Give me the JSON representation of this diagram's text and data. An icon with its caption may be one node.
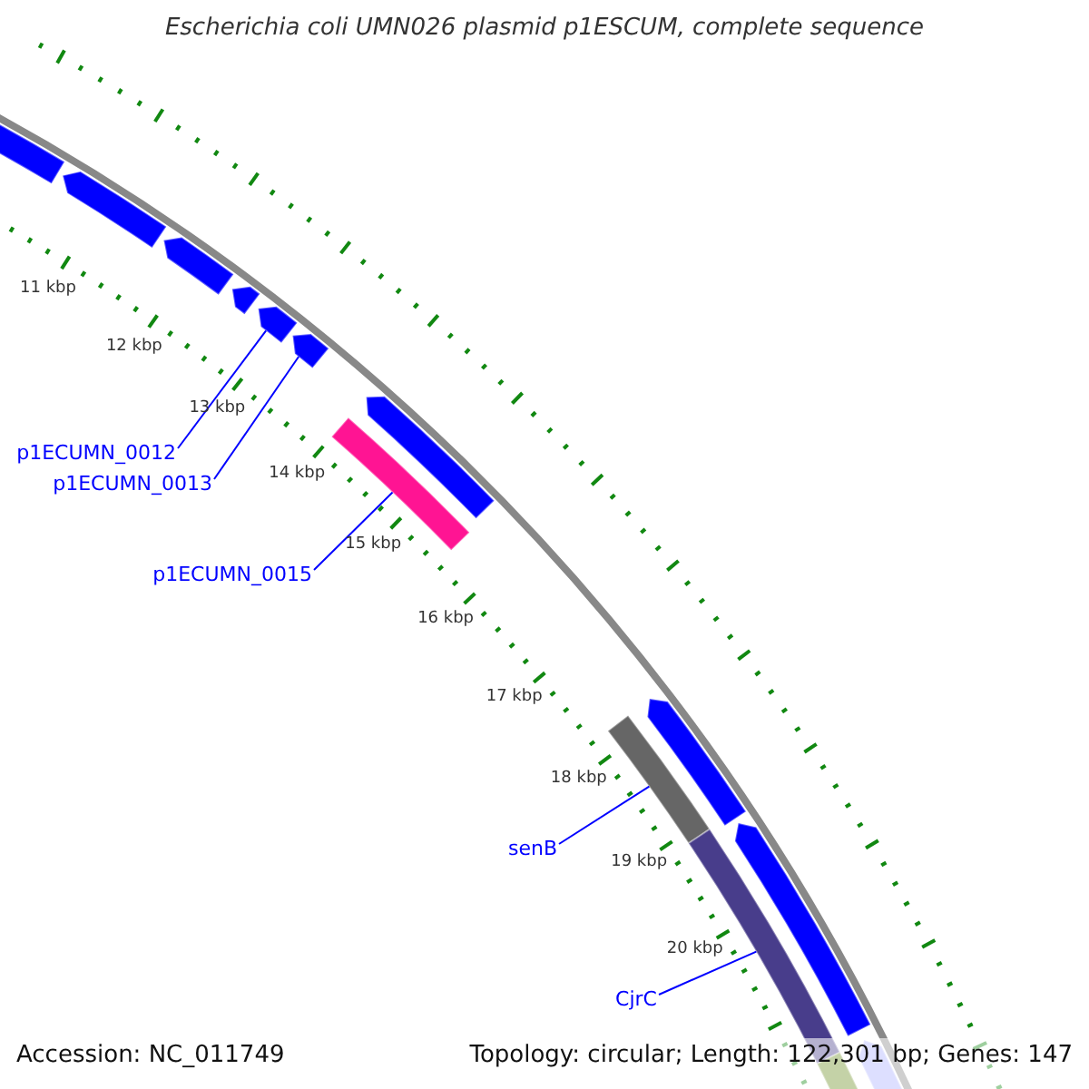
{
  "diagram": {
    "title": "Escherichia coli UMN026 plasmid p1ESCUM, complete sequence",
    "nodes": [
      {
        "text": [
          "p1ECUMN_0012"
        ]
      },
      {
        "text": [],
        "shape": "bar"
      },
      {
        "text": [
          "p1ECUMN_0013"
        ]
      },
      {
        "text": [],
        "shape": "bar"
      },
      {
        "text": [
          "p1ECUMN_0015"
        ]
      },
      {
        "text": [],
        "shape": "bar"
      },
      {
        "text": [
          "senB"
        ]
      },
      {
        "text": [],
        "shape": "bar"
      },
      {
        "text": [
          "CjrC"
        ]
      },
      {
        "text": [],
        "shape": "bar"
      },
      {
        "text": [],
        "shape": "bar"
      },
      {
        "text": [],
        "shape": "bar"
      },
      {
        "text": [],
        "shape": "bar"
      },
      {
        "text": [],
        "shape": "bar"
      },
      {
        "text": [],
        "shape": "bar"
      },
      {
        "text": [],
        "shape": "bar"
      },
      {
        "text": [],
        "shape": "bar"
      },
      {
        "text": [],
        "shape": "bar"
      },
      {
        "text": [],
        "shape": "bar"
      }
    ],
    "edges": [
      {
        "from": 0,
        "to": 1,
        "arrow": "none"
      },
      {
        "from": 2,
        "to": 3,
        "arrow": "none"
      },
      {
        "from": 4,
        "to": 5,
        "arrow": "none"
      },
      {
        "from": 6,
        "to": 7,
        "arrow": "none"
      },
      {
        "from": 8,
        "to": 9,
        "arrow": "none"
      }
    ],
    "labels": [
      "11 kbp",
      "12 kbp",
      "13 kbp",
      "14 kbp",
      "15 kbp",
      "16 kbp",
      "17 kbp",
      "18 kbp",
      "19 kbp",
      "20 kbp",
      "Accession: NC_011749",
      "Topology: circular; Length: 122,301 bp; Genes: 147"
    ]
  }
}
